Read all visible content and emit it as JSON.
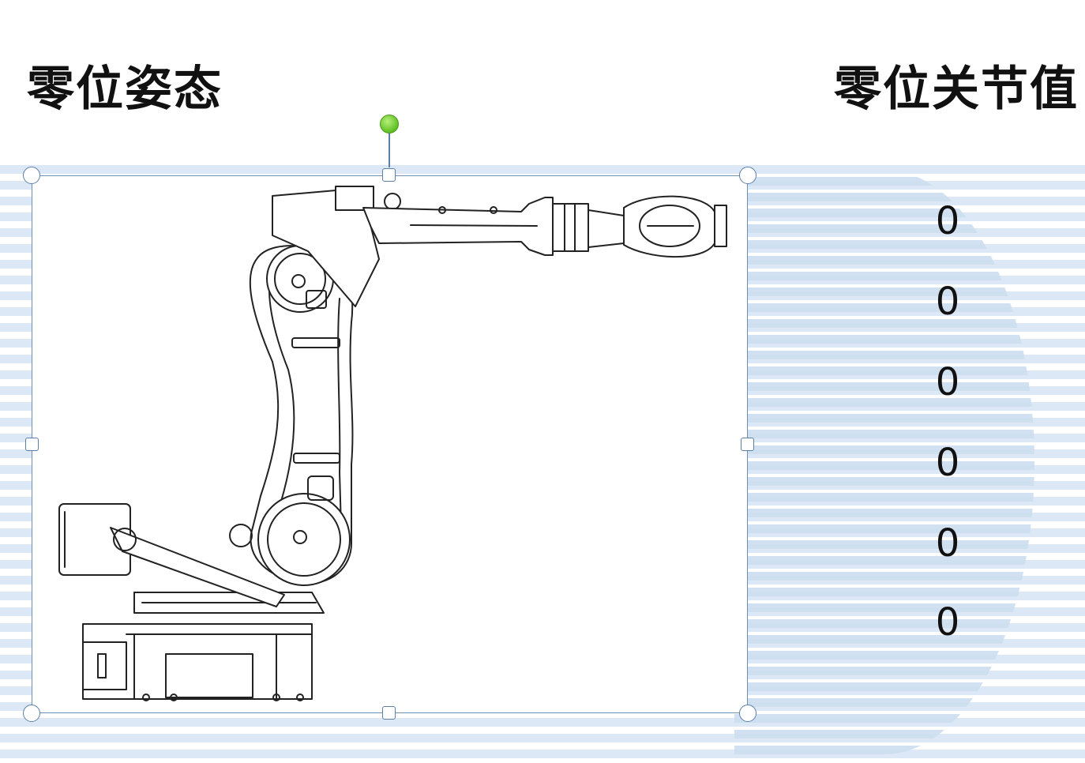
{
  "titles": {
    "left": "零位姿态",
    "right": "零位关节值"
  },
  "joint_values": [
    "0",
    "0",
    "0",
    "0",
    "0",
    "0"
  ],
  "colors": {
    "selection_border": "#6d8fb8",
    "rotation_handle": "#5fbf22",
    "stripe": "#d6e4f3"
  },
  "icons": {
    "rotate_handle": "rotate-handle-icon",
    "resize_handle": "resize-handle-icon"
  }
}
